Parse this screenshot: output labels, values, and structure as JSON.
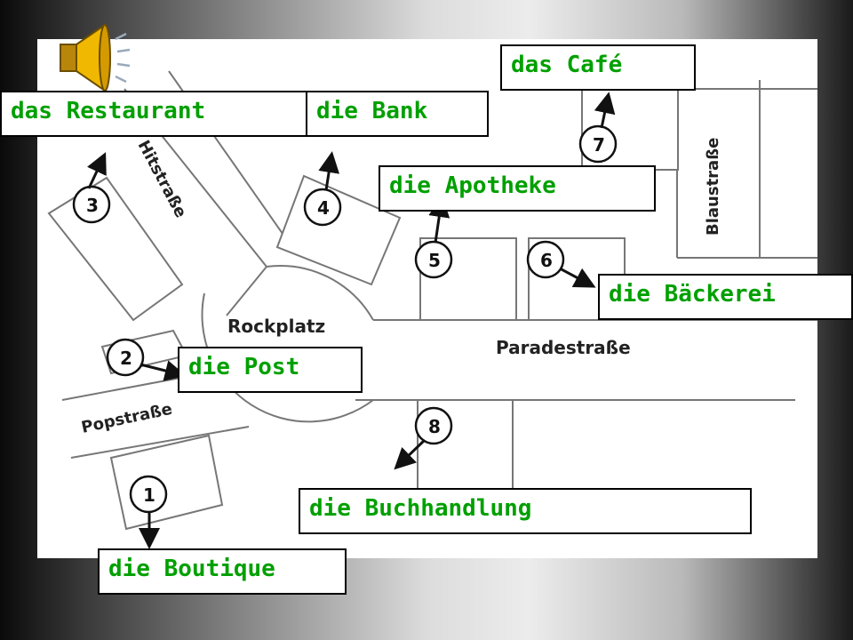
{
  "map": {
    "square_label": "Rockplatz",
    "streets": {
      "hit": "Hitstraße",
      "paradies": "Paradestraße",
      "blau": "Blaustraße",
      "pop": "Popstraße"
    },
    "markers": [
      "1",
      "2",
      "3",
      "4",
      "5",
      "6",
      "7",
      "8"
    ]
  },
  "labels": {
    "cafe": "das Café",
    "restaurant": "das Restaurant",
    "bank": "die Bank",
    "apotheke": "die Apotheke",
    "baeckerei": "die Bäckerei",
    "post": "die Post",
    "buchhandlung": "die Buchhandlung",
    "boutique": "die Boutique"
  },
  "colors": {
    "label_text": "#00a000",
    "speaker_cone": "#f0b800"
  },
  "icons": {
    "audio": "speaker-icon"
  }
}
